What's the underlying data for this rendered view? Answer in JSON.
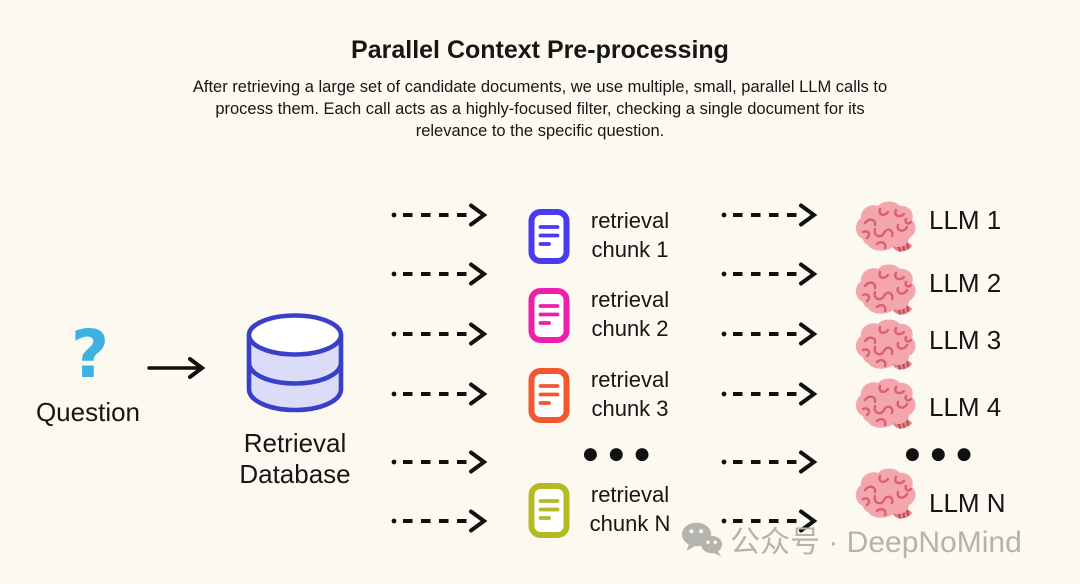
{
  "title": "Parallel Context Pre-processing",
  "subtitle": {
    "line1": "After retrieving a large set of candidate documents, we use multiple, small, parallel LLM calls to",
    "line2": "process them. Each call acts as a highly-focused filter, checking a single document for its",
    "line3": "relevance to the specific question."
  },
  "question": {
    "mark": "?",
    "label": "Question"
  },
  "database": {
    "line1": "Retrieval",
    "line2": "Database"
  },
  "chunks": [
    {
      "line1": "retrieval",
      "line2": "chunk 1"
    },
    {
      "line1": "retrieval",
      "line2": "chunk 2"
    },
    {
      "line1": "retrieval",
      "line2": "chunk 3"
    },
    {
      "line1": "retrieval",
      "line2": "chunk N"
    }
  ],
  "llms": [
    {
      "label": "LLM 1"
    },
    {
      "label": "LLM 2"
    },
    {
      "label": "LLM 3"
    },
    {
      "label": "LLM 4"
    },
    {
      "label": "LLM N"
    }
  ],
  "ellipsis": "●●●",
  "watermark": {
    "text": "公众号 · DeepNoMind"
  },
  "colors": {
    "background": "#FBF9F0",
    "text": "#161616",
    "arrow": "#111111",
    "question-mark": "#3CB1E2",
    "db-stroke": "#3A3FC9",
    "db-fill": "#DADCF8",
    "db-top": "#FFFFFF",
    "doc-fill": "#FFFFFF",
    "chunk-1": "#4B3BEE",
    "chunk-2": "#EF1FAD",
    "chunk-3": "#F2572E",
    "chunk-n": "#B4BA24",
    "brain-body": "#F4A6AE",
    "brain-folds": "#D9606C",
    "brain-stem": "#E2808A",
    "brain-stem-line": "#BE4450",
    "watermark": "#B5B3AE"
  }
}
